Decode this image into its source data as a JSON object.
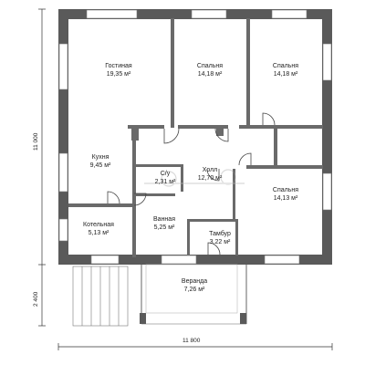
{
  "rooms": [
    {
      "name": "Гостиная",
      "area": "19,35 м²"
    },
    {
      "name": "Спальня",
      "area": "14,18 м²"
    },
    {
      "name": "Спальня",
      "area": "14,18 м²"
    },
    {
      "name": "Кухня",
      "area": "9,45 м²"
    },
    {
      "name": "С/у",
      "area": "2,31 м²"
    },
    {
      "name": "Холл",
      "area": "12,70 м²"
    },
    {
      "name": "Спальня",
      "area": "14,13 м²"
    },
    {
      "name": "Котельная",
      "area": "5,13 м²"
    },
    {
      "name": "Ванная",
      "area": "5,25 м²"
    },
    {
      "name": "Тамбур",
      "area": "3,22 м²"
    },
    {
      "name": "Веранда",
      "area": "7,26 м²"
    }
  ],
  "dimensions": {
    "house_depth": "11 000",
    "veranda_depth": "2 400",
    "total_width": "11 800"
  },
  "colors": {
    "wall": "#5a5a5a",
    "partition": "#6a6a6a",
    "window": "#ffffff",
    "dimension": "#333333"
  }
}
